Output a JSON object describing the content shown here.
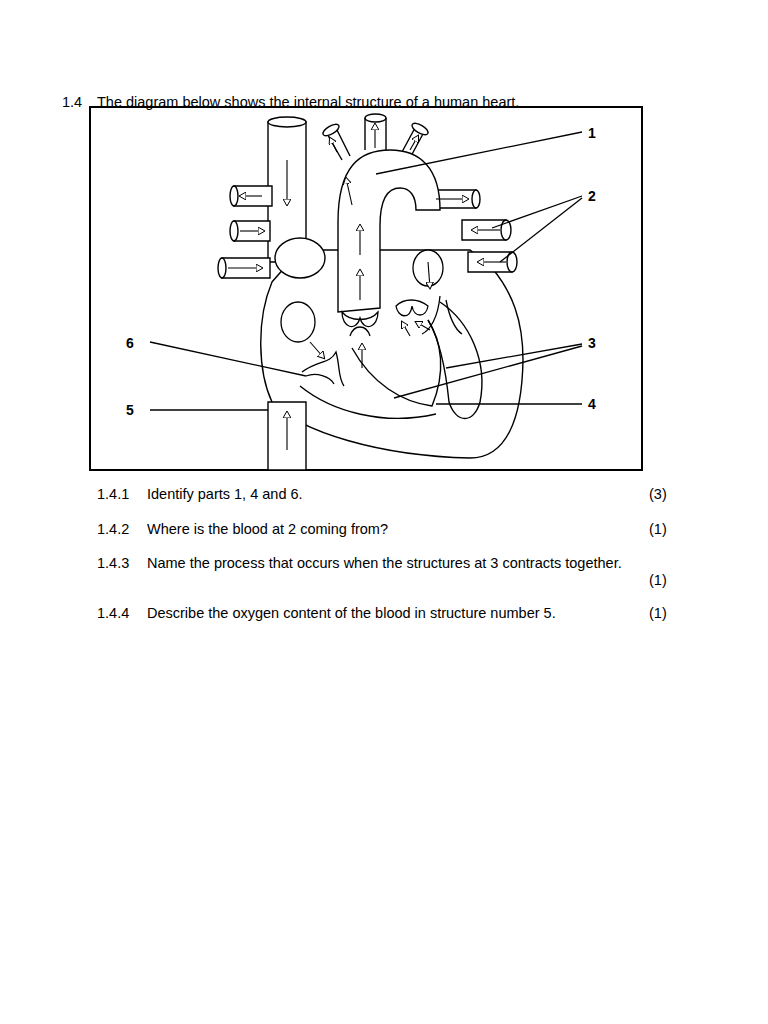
{
  "diagram": {
    "labels": [
      "1.4",
      "The diagram below shows the internal structure of a human heart.",
      "1",
      "2",
      "6",
      "3",
      "5",
      "4",
      "1.4.1",
      "Identify parts 1, 4 and 6.",
      "(3)",
      "1.4.2",
      "Where is the blood at 2 coming from?",
      "(1)",
      "1.4.3",
      "Name the process that occurs when the structures at 3 contracts together.",
      "(1)",
      "1.4.4",
      "Describe the oxygen content of the blood in structure number 5.",
      "(1)"
    ]
  }
}
